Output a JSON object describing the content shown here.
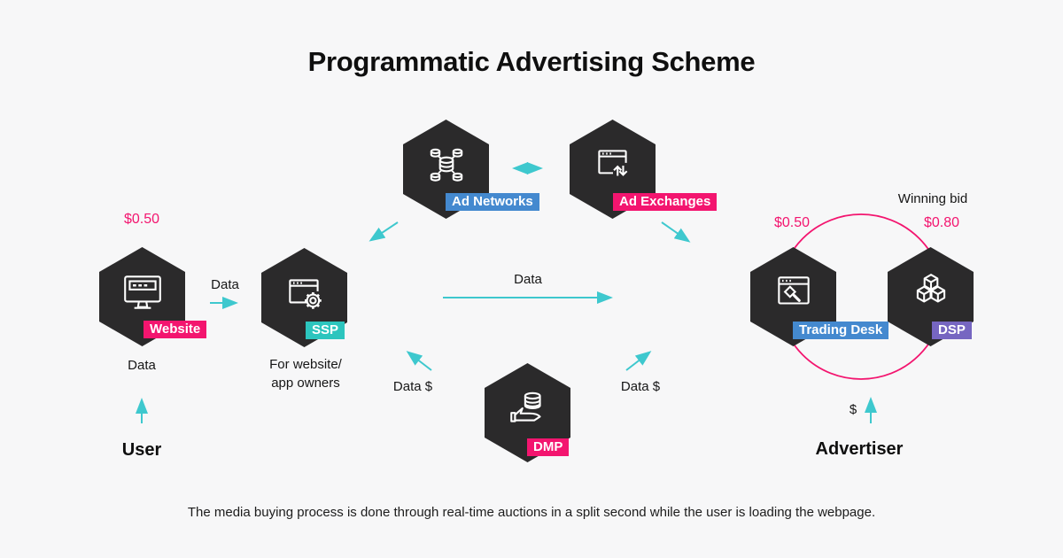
{
  "title": "Programmatic Advertising Scheme",
  "caption": "The media buying process is done through real-time auctions in a split second while the user is loading the webpage.",
  "colors": {
    "background": "#f7f7f8",
    "hexagon": "#2b2a2b",
    "pink": "#f3156f",
    "teal_arrow": "#3ec8ce",
    "teal_badge": "#2cc5be",
    "blue_badge": "#4489cf",
    "purple_badge": "#7666c1",
    "icon_stroke": "#ffffff"
  },
  "nodes": {
    "website": {
      "badge": "Website",
      "icon": "monitor-icon"
    },
    "ssp": {
      "badge": "SSP",
      "icon": "browser-gear-icon",
      "note_line1": "For website/",
      "note_line2": "app owners"
    },
    "ad_networks": {
      "badge": "Ad Networks",
      "icon": "database-network-icon"
    },
    "ad_exchanges": {
      "badge": "Ad Exchanges",
      "icon": "browser-swap-icon"
    },
    "dmp": {
      "badge": "DMP",
      "icon": "hand-database-icon"
    },
    "trading_desk": {
      "badge": "Trading Desk",
      "icon": "browser-auction-icon"
    },
    "dsp": {
      "badge": "DSP",
      "icon": "cubes-icon"
    }
  },
  "labels": {
    "price_publisher": "$0.50",
    "data_website_to_ssp": "Data",
    "data_user_to_website": "Data",
    "user": "User",
    "data_center": "Data",
    "data_dollar_left": "Data $",
    "data_dollar_right": "Data $",
    "winning_bid": "Winning bid",
    "price_trading_desk": "$0.50",
    "price_dsp_bid": "$0.80",
    "dollar_advertiser": "$",
    "advertiser": "Advertiser"
  }
}
